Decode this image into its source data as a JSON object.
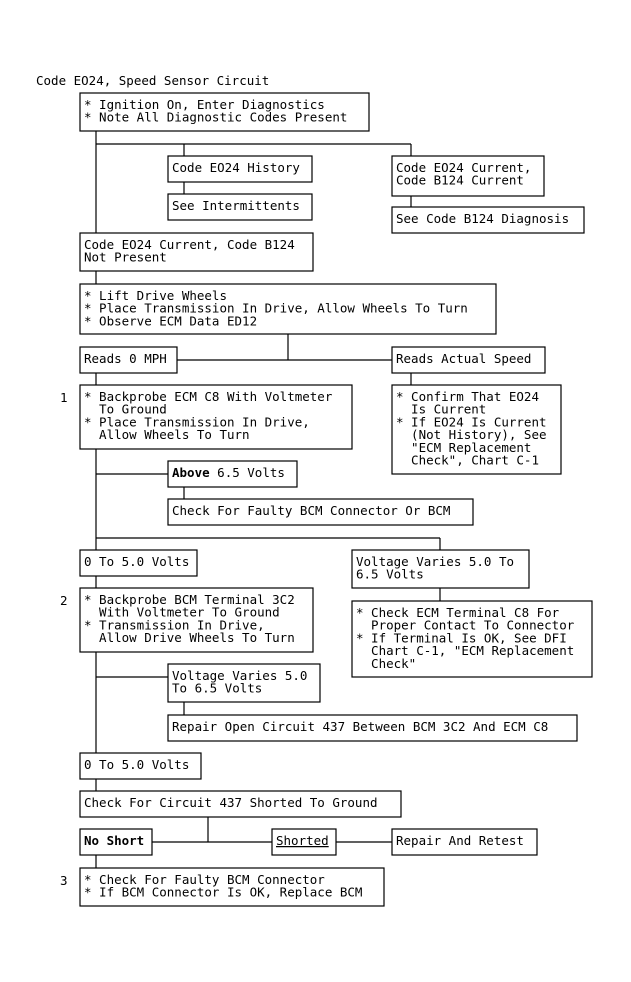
{
  "title": "Code EO24, Speed Sensor Circuit",
  "step_numbers": {
    "s1": "1",
    "s2": "2",
    "s3": "3"
  },
  "boxes": {
    "ignition": {
      "lines": [
        "* Ignition On, Enter Diagnostics",
        "* Note All Diagnostic Codes Present"
      ]
    },
    "history": {
      "lines": [
        "Code EO24 History"
      ]
    },
    "intermittents": {
      "lines": [
        "See Intermittents"
      ]
    },
    "current_b124": {
      "lines": [
        "Code EO24 Current,",
        "Code B124 Current"
      ]
    },
    "see_b124": {
      "lines": [
        "See Code B124 Diagnosis"
      ]
    },
    "b124_not_present": {
      "lines": [
        "Code EO24 Current, Code B124",
        "Not Present"
      ]
    },
    "lift_wheels": {
      "lines": [
        "* Lift Drive Wheels",
        "* Place Transmission In Drive, Allow Wheels To Turn",
        "* Observe ECM Data ED12"
      ]
    },
    "reads_0": {
      "lines": [
        "Reads 0 MPH"
      ]
    },
    "reads_actual": {
      "lines": [
        "Reads Actual Speed"
      ]
    },
    "backprobe_ecm": {
      "lines": [
        "* Backprobe ECM C8 With Voltmeter",
        "  To Ground",
        "* Place Transmission In Drive,",
        "  Allow Wheels To Turn"
      ]
    },
    "confirm_eo24": {
      "lines": [
        "* Confirm That EO24",
        "  Is Current",
        "* If EO24 Is Current",
        "  (Not History), See",
        "  \"ECM Replacement",
        "  Check\", Chart C-1"
      ]
    },
    "above_65": {
      "bold": "Above",
      "rest": " 6.5 Volts"
    },
    "faulty_bcm_conn": {
      "lines": [
        "Check For Faulty BCM Connector Or BCM"
      ]
    },
    "zero_to_5_a": {
      "lines": [
        "0 To 5.0 Volts"
      ]
    },
    "varies_a": {
      "lines": [
        "Voltage Varies 5.0 To",
        "6.5 Volts"
      ]
    },
    "backprobe_bcm": {
      "lines": [
        "* Backprobe BCM Terminal 3C2",
        "  With Voltmeter To Ground",
        "* Transmission In Drive,",
        "  Allow Drive Wheels To Turn"
      ]
    },
    "check_ecm_c8": {
      "lines": [
        "* Check ECM Terminal C8 For",
        "  Proper Contact To Connector",
        "* If Terminal Is OK, See DFI",
        "  Chart C-1, \"ECM Replacement",
        "  Check\""
      ]
    },
    "varies_b": {
      "lines": [
        "Voltage Varies 5.0",
        "To 6.5 Volts"
      ]
    },
    "repair_open": {
      "lines": [
        "Repair Open Circuit 437 Between BCM 3C2 And ECM C8"
      ]
    },
    "zero_to_5_b": {
      "lines": [
        "0 To 5.0 Volts"
      ]
    },
    "check_437": {
      "lines": [
        "Check For Circuit 437 Shorted To Ground"
      ]
    },
    "no_short": {
      "lines": [
        "No Short"
      ]
    },
    "shorted": {
      "lines": [
        "Shorted"
      ]
    },
    "repair_retest": {
      "lines": [
        "Repair And Retest"
      ]
    },
    "final_bcm": {
      "lines": [
        "* Check For Faulty BCM Connector",
        "* If BCM Connector Is OK, Replace BCM"
      ]
    }
  }
}
